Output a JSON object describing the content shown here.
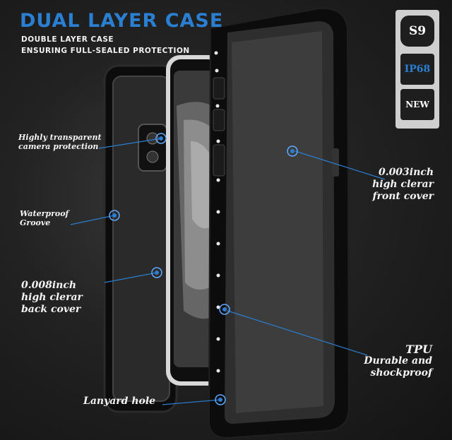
{
  "header": {
    "title": "DUAL LAYER CASE",
    "subtitle_line1": "DOUBLE LAYER CASE",
    "subtitle_line2": "ENSURING FULL-SEALED PROTECTION"
  },
  "badges": [
    "S9",
    "IP68",
    "NEW"
  ],
  "callouts": {
    "camera": [
      "Highly transparent",
      "camera protection"
    ],
    "groove": [
      "Waterproof",
      "Groove"
    ],
    "back_cover": [
      "0.008inch",
      "high clerar",
      "back cover"
    ],
    "front_cover": [
      "0.003inch",
      "high clerar",
      "front cover"
    ],
    "tpu": [
      "TPU",
      "Durable and",
      "shockproof"
    ],
    "lanyard": [
      "Lanyard hole"
    ]
  },
  "colors": {
    "accent": "#2a7fd0",
    "text": "#f4f4f4",
    "case": "#0d0d0d"
  }
}
